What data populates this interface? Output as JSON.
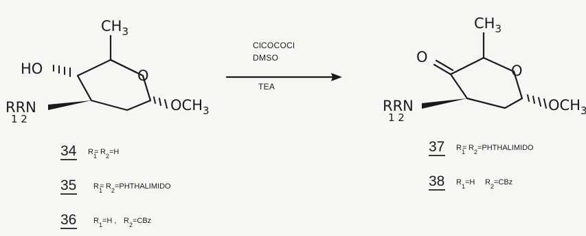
{
  "reagents": [
    "ClCOCOCl",
    "DMSO",
    "TEA"
  ],
  "reactant": {
    "methyl": "CH",
    "methyl_sub": "3",
    "hydroxyl": "HO",
    "ring_oxygen": "O",
    "amine_prefix": "RRN",
    "amine_subs": "1 2",
    "methoxy": "OCH",
    "methoxy_sub": "3"
  },
  "product": {
    "methyl": "CH",
    "methyl_sub": "3",
    "ketone_oxygen": "O",
    "ring_oxygen": "O",
    "amine_prefix": "RRN",
    "amine_subs": "1 2",
    "methoxy": "OCH",
    "methoxy_sub": "3"
  },
  "compounds": [
    {
      "number": "34",
      "r1": "R",
      "r1_sub": "1",
      "sep": "=",
      "r2": "R",
      "r2_sub": "2",
      "value": "=H"
    },
    {
      "number": "35",
      "r1": "R",
      "r1_sub": "1",
      "sep": "=",
      "r2": "R",
      "r2_sub": "2",
      "value": "=PHTHALIMIDO"
    },
    {
      "number": "36",
      "r1": "R",
      "r1_sub": "1",
      "r1_value": "=H ,",
      "r2": "R",
      "r2_sub": "2",
      "value": "=CBz"
    },
    {
      "number": "37",
      "r1": "R",
      "r1_sub": "1",
      "sep": "=",
      "r2": "R",
      "r2_sub": "2",
      "value": "=PHTHALIMIDO"
    },
    {
      "number": "38",
      "r1": "R",
      "r1_sub": "1",
      "r1_value": "=H",
      "r2": "R",
      "r2_sub": "2",
      "value": "=CBz"
    }
  ]
}
